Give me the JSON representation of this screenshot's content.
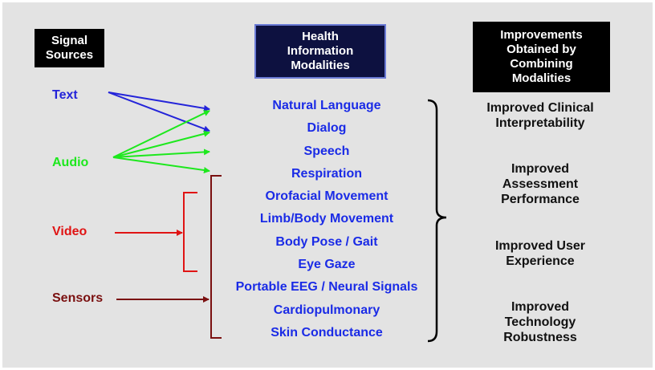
{
  "headers": {
    "sources": "Signal\nSources",
    "modalities": "Health\nInformation\nModalities",
    "improvements": "Improvements\nObtained by\nCombining\nModalities"
  },
  "sources": [
    "Text",
    "Audio",
    "Video",
    "Sensors"
  ],
  "modalities": [
    "Natural Language",
    "Dialog",
    "Speech",
    "Respiration",
    "Orofacial Movement",
    "Limb/Body Movement",
    "Body Pose / Gait",
    "Eye Gaze",
    "Portable EEG / Neural Signals",
    "Cardiopulmonary",
    "Skin Conductance"
  ],
  "improvements": [
    "Improved Clinical\nInterpretability",
    "Improved\nAssessment\nPerformance",
    "Improved User\nExperience",
    "Improved\nTechnology\nRobustness"
  ],
  "colors": {
    "text": "#2424d9",
    "audio": "#1de81d",
    "video": "#e01414",
    "sensors": "#7a1010",
    "modality": "#1a2be6",
    "improvement_bracket": "#000000"
  }
}
